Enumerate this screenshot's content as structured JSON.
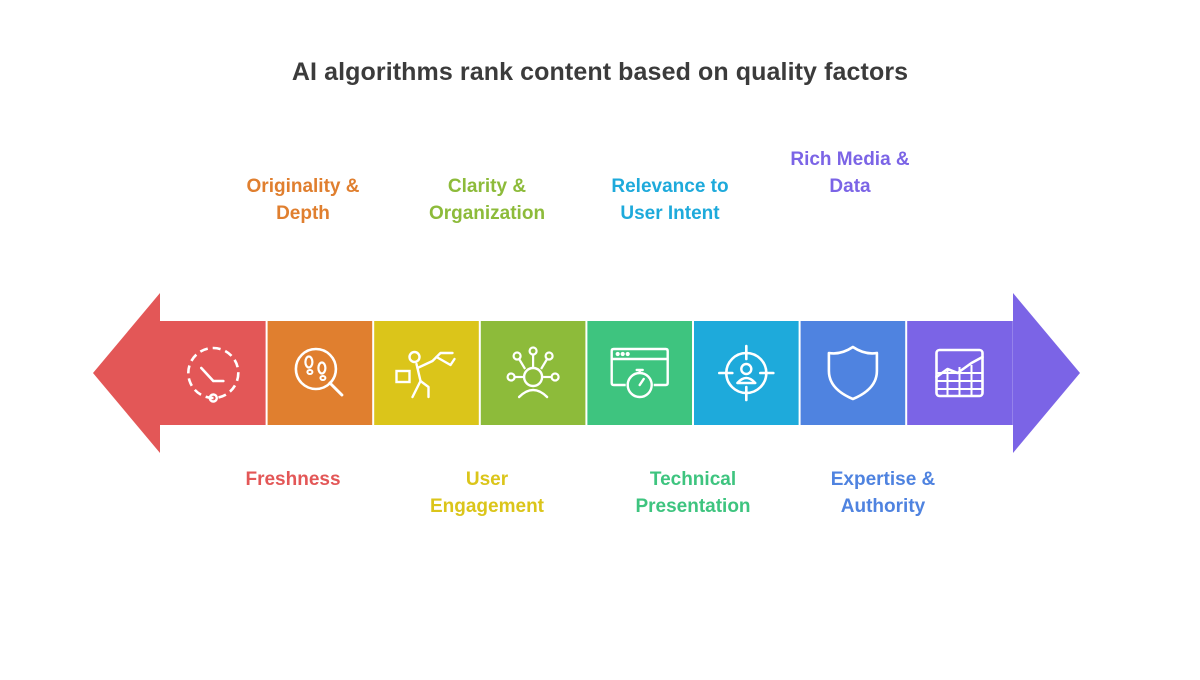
{
  "title": "AI algorithms rank content based on quality factors",
  "colors": {
    "left_arrow": "#e35757",
    "right_arrow": "#7b64e6",
    "icon_stroke": "#ffffff"
  },
  "factors": [
    {
      "label": "Freshness",
      "color": "#e35757",
      "icon": "clock-icon",
      "position": "bottom"
    },
    {
      "label": "Originality &\nDepth",
      "color": "#e07f2f",
      "icon": "magnifier-footprints-icon",
      "position": "top"
    },
    {
      "label": "User\nEngagement",
      "color": "#dbc51a",
      "icon": "person-reaching-icon",
      "position": "bottom"
    },
    {
      "label": "Clarity &\nOrganization",
      "color": "#8dbb3a",
      "icon": "person-ideas-icon",
      "position": "top"
    },
    {
      "label": "Technical\nPresentation",
      "color": "#3ec47f",
      "icon": "browser-stopwatch-icon",
      "position": "bottom"
    },
    {
      "label": "Relevance to\nUser Intent",
      "color": "#1eaadb",
      "icon": "target-user-icon",
      "position": "top"
    },
    {
      "label": "Expertise &\nAuthority",
      "color": "#4f83e0",
      "icon": "shield-icon",
      "position": "bottom"
    },
    {
      "label": "Rich Media &\nData",
      "color": "#7b64e6",
      "icon": "chart-grid-icon",
      "position": "top"
    }
  ]
}
